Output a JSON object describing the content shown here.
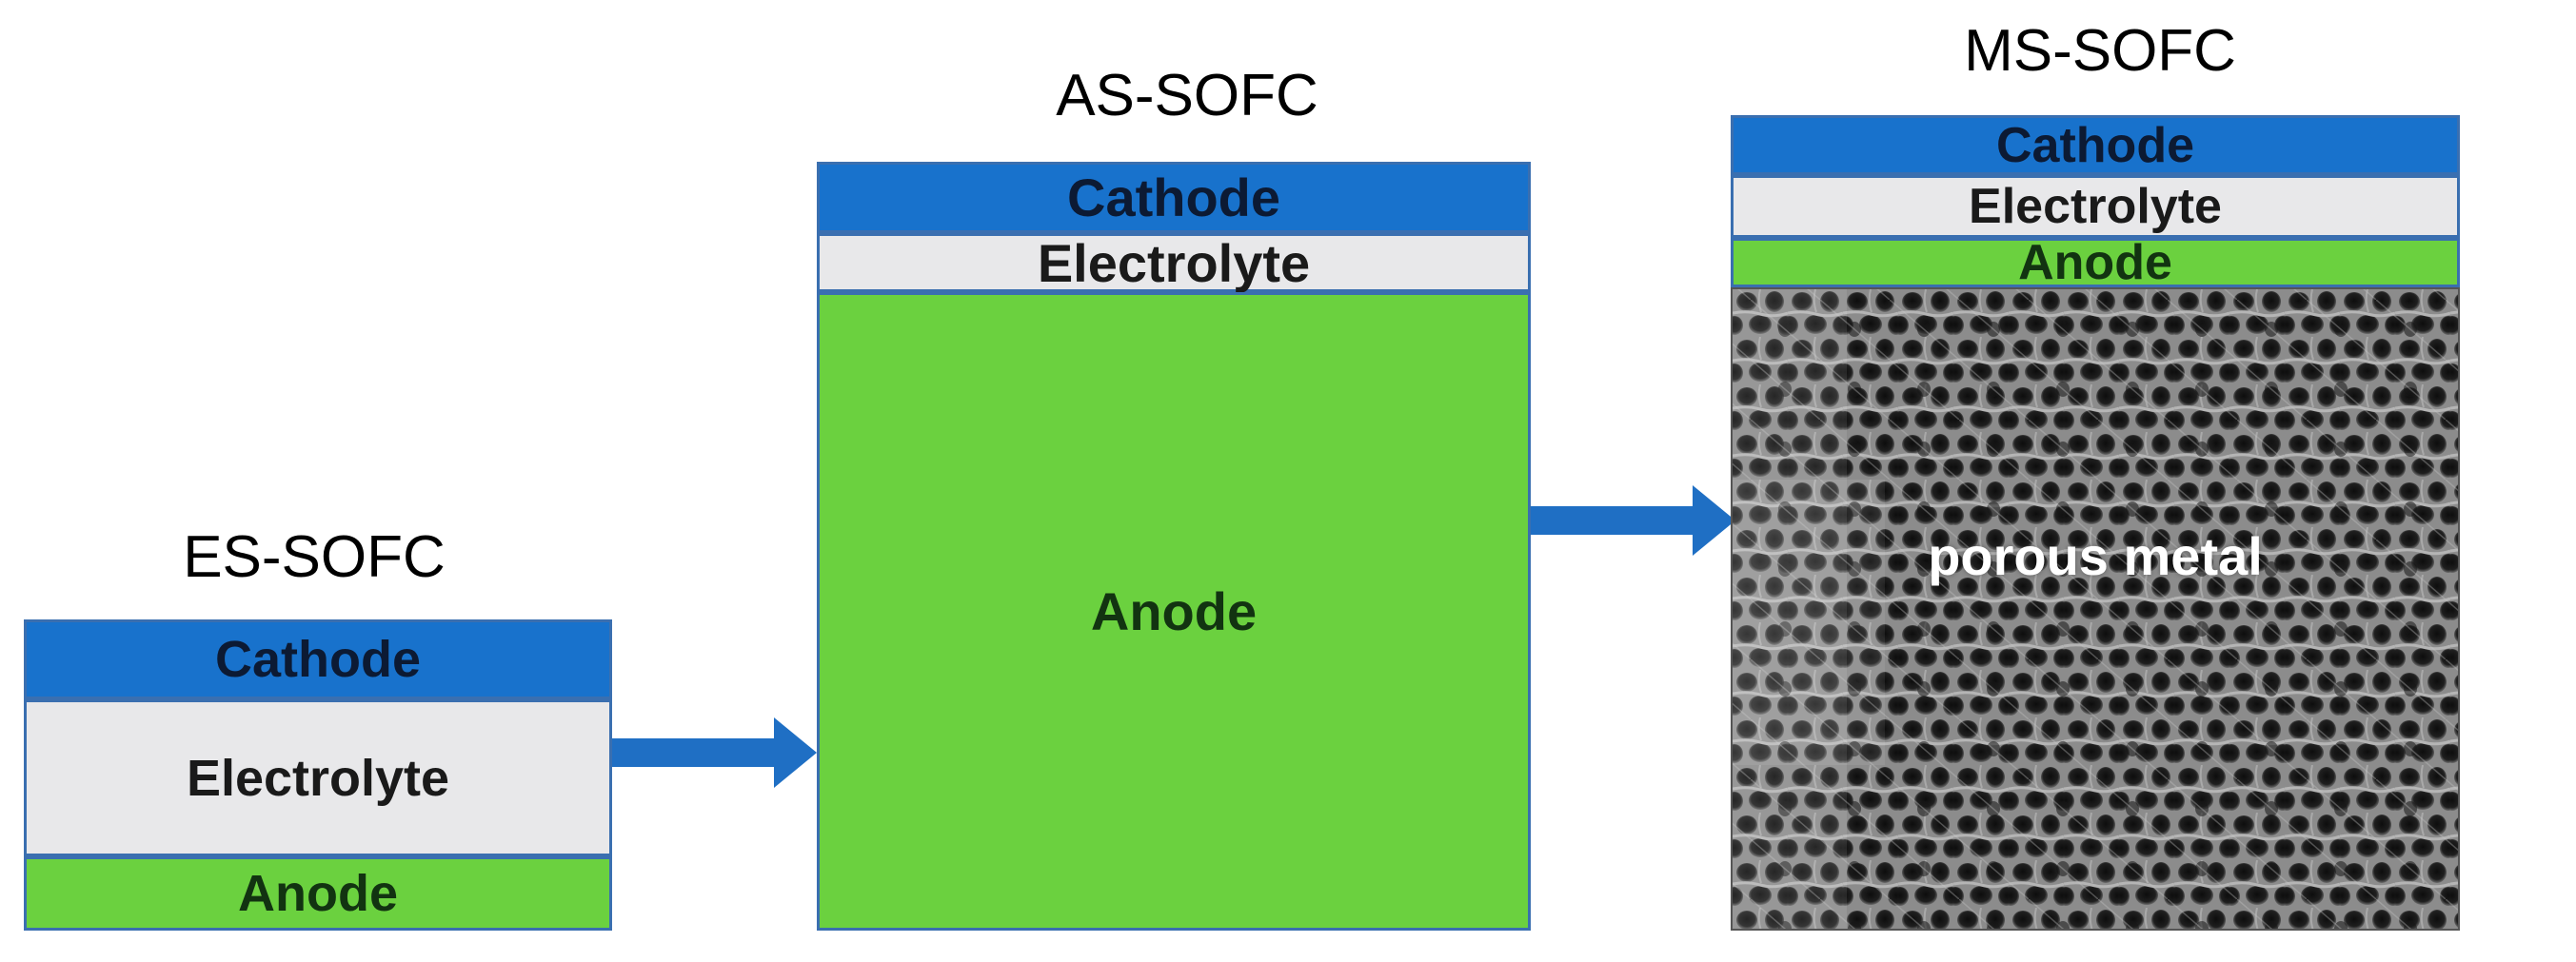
{
  "es_sofc": {
    "title": "ES-SOFC",
    "cathode": "Cathode",
    "electrolyte": "Electrolyte",
    "anode": "Anode"
  },
  "as_sofc": {
    "title": "AS-SOFC",
    "cathode": "Cathode",
    "electrolyte": "Electrolyte",
    "anode": "Anode"
  },
  "ms_sofc": {
    "title": "MS-SOFC",
    "cathode": "Cathode",
    "electrolyte": "Electrolyte",
    "anode": "Anode",
    "support": "porous metal"
  },
  "colors": {
    "cathode": "#1872cc",
    "electrolyte": "#e8e8ea",
    "anode": "#6bd13f",
    "arrow": "#1f6fc4",
    "porous_metal": "#5a5a5a"
  },
  "icons": [
    "right-arrow-icon",
    "right-arrow-icon"
  ]
}
